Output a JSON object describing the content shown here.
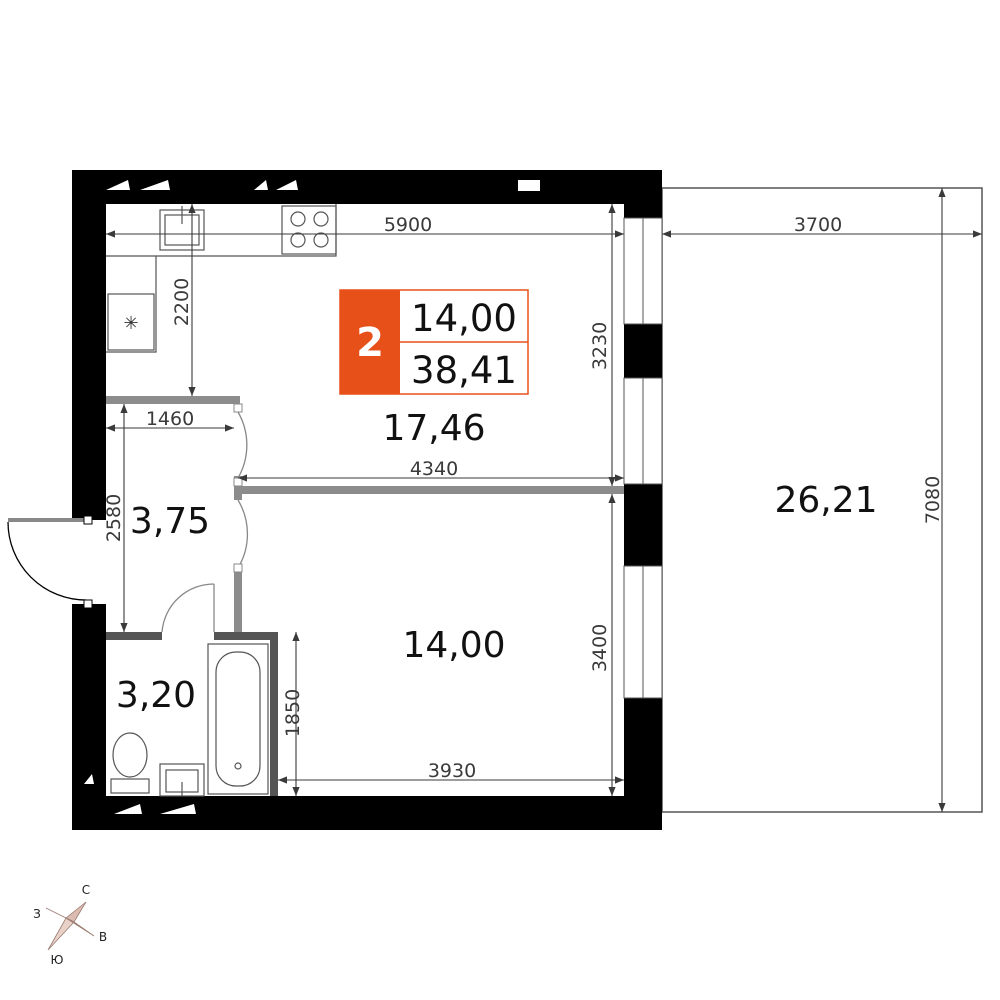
{
  "plan": {
    "badge": {
      "rooms": "2",
      "living_area": "14,00",
      "total_area": "38,41"
    },
    "areas": {
      "kitchen_living": "17,46",
      "hall": "3,75",
      "bathroom": "3,20",
      "bedroom": "14,00",
      "balcony": "26,21"
    },
    "dimensions": {
      "apartment_width": "5900",
      "kitchen_depth": "2200",
      "hall_width": "1460",
      "living_depth": "3230",
      "partition_length": "4340",
      "hall_length": "2580",
      "bedroom_depth": "3400",
      "bath_depth": "1850",
      "bedroom_width": "3930",
      "balcony_width": "3700",
      "balcony_length": "7080"
    },
    "compass": {
      "north": "С",
      "west": "З",
      "east": "В",
      "south": "Ю"
    },
    "colors": {
      "accent": "#e8501a",
      "wall": "#000000",
      "partition": "#8c8c8c"
    }
  }
}
